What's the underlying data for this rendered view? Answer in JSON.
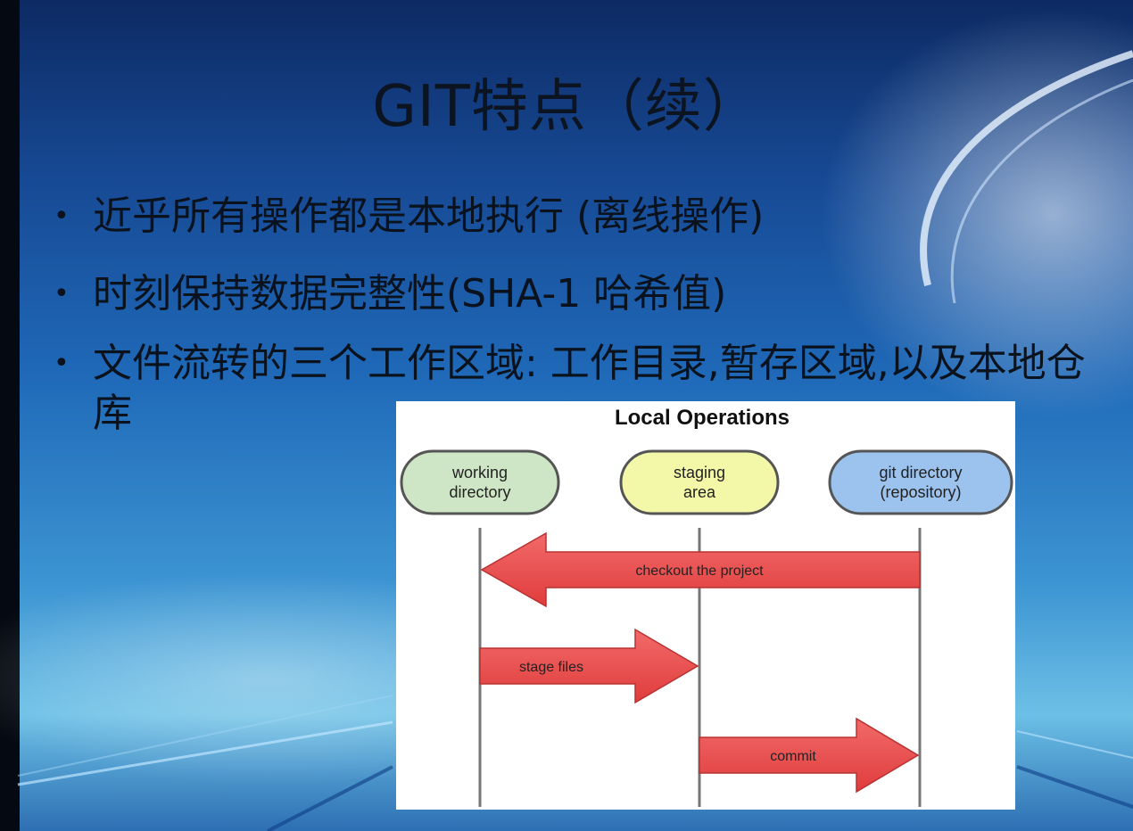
{
  "slide": {
    "title": "GIT特点（续）",
    "bullets": [
      "近乎所有操作都是本地执行 (离线操作)",
      "时刻保持数据完整性(SHA-1 哈希值)",
      "文件流转的三个工作区域: 工作目录,暂存区域,以及本地仓库"
    ]
  },
  "diagram": {
    "title": "Local Operations",
    "nodes": [
      {
        "line1": "working",
        "line2": "directory",
        "color": "#cfe6c6"
      },
      {
        "line1": "staging",
        "line2": "area",
        "color": "#f3f7a8"
      },
      {
        "line1": "git directory",
        "line2": "(repository)",
        "color": "#9cc2ee"
      }
    ],
    "arrows": [
      {
        "label": "checkout the project",
        "from": "git directory",
        "to": "working directory"
      },
      {
        "label": "stage files",
        "from": "working directory",
        "to": "staging area"
      },
      {
        "label": "commit",
        "from": "staging area",
        "to": "git directory"
      }
    ],
    "arrow_color": "#e84848"
  }
}
